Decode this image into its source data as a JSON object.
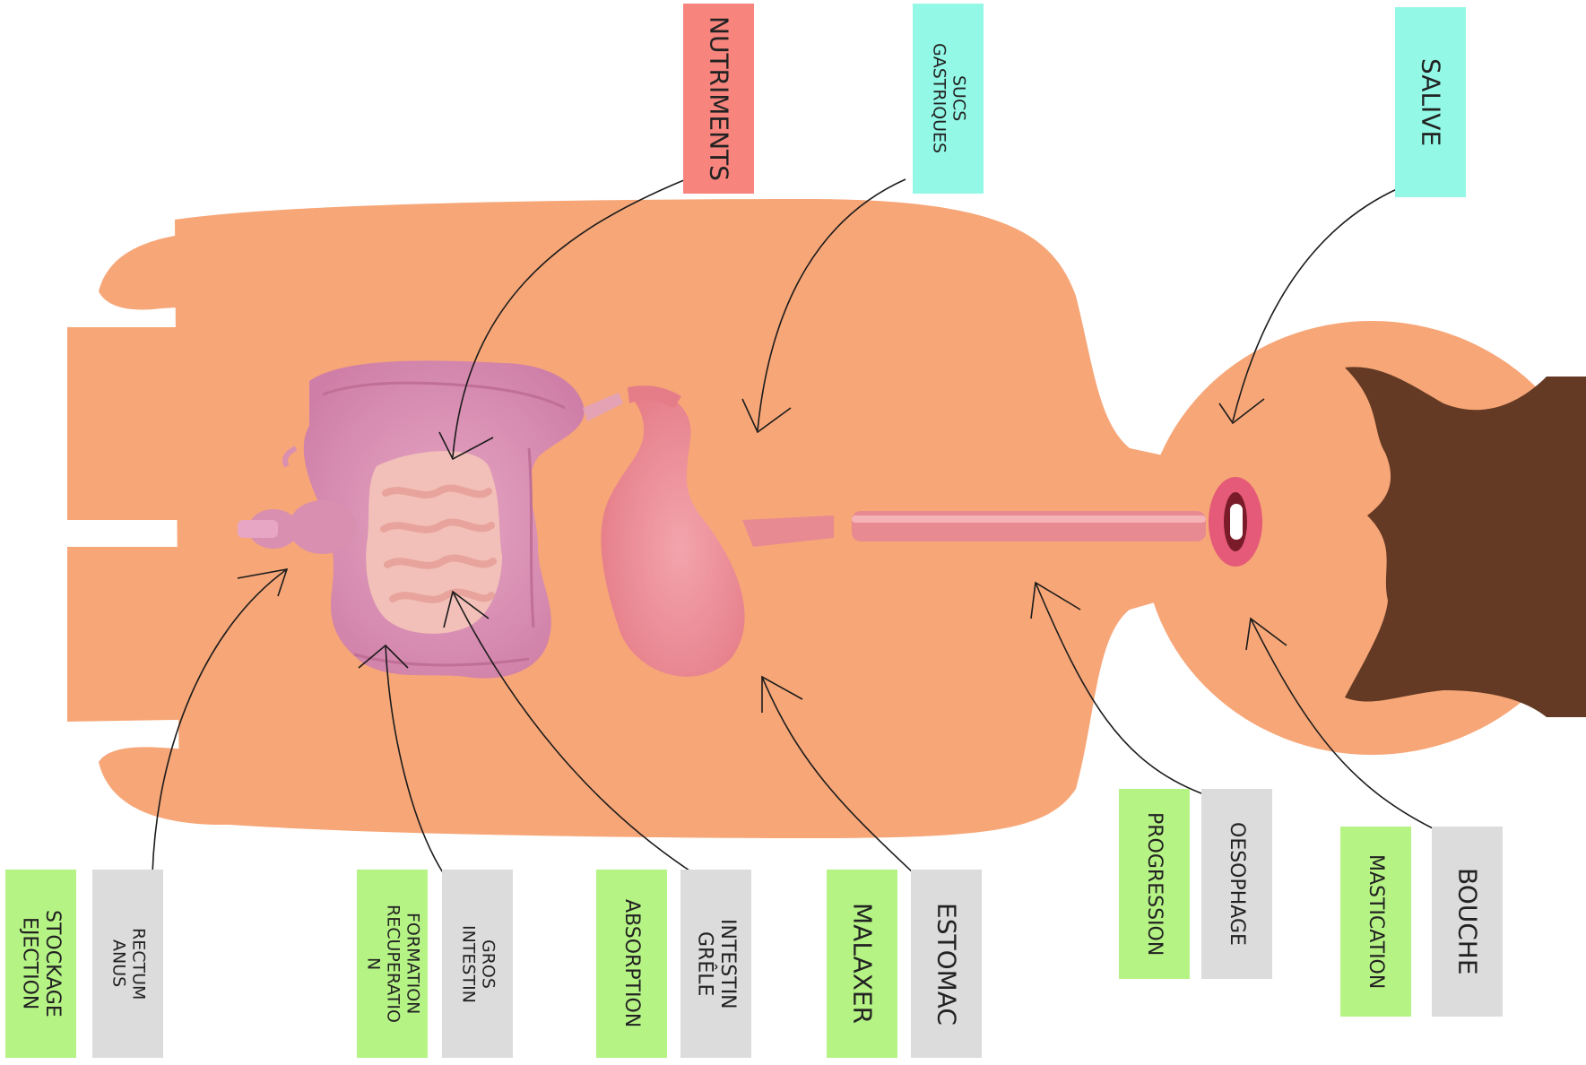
{
  "labels": {
    "nutriments": "NUTRIMENTS",
    "sucs": "SUCS\nGASTRIQUES",
    "salive": "SALIVE",
    "oesophage": "OESOPHAGE",
    "progression": "PROGRESSION",
    "bouche": "BOUCHE",
    "mastication": "MASTICATION",
    "estomac": "ESTOMAC",
    "malaxer": "MALAXER",
    "intestin_grele": "INTESTIN\nGRÊLE",
    "absorption": "ABSORPTION",
    "gros_intestin": "GROS\nINTESTIN",
    "formation": "FORMATION\nRECUPERATIO\nN",
    "rectum": "RECTUM\nANUS",
    "stockage": "STOCKAGE\nEJECTION"
  },
  "colors": {
    "skin": "#f7a677",
    "hair": "#643a25",
    "organ": "#e98fa0",
    "intestine": "#d98fb0",
    "label_gray": "#dcdcdc",
    "label_green": "#b6f385",
    "label_cyan": "#93f9e6",
    "label_red": "#f7857e"
  }
}
